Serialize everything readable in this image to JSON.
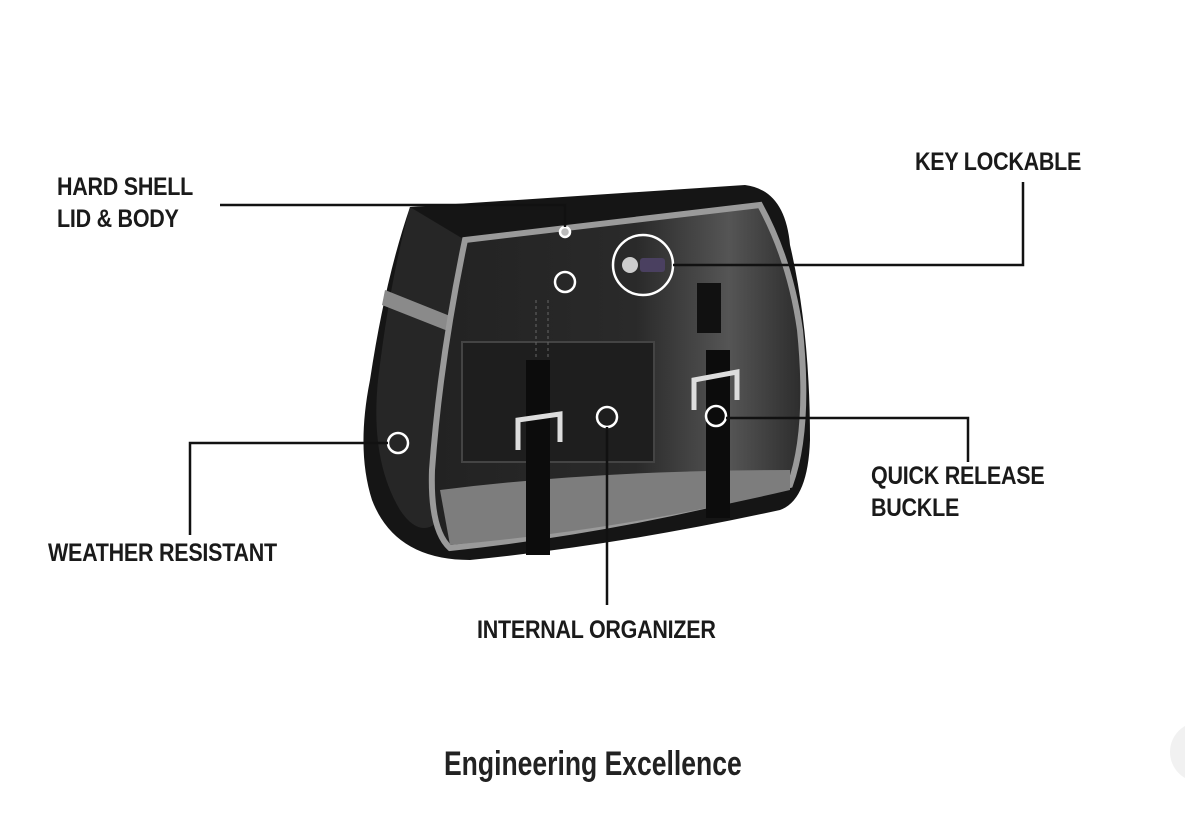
{
  "callouts": {
    "hard_shell": [
      "HARD SHELL",
      "LID & BODY"
    ],
    "key_lockable": "KEY LOCKABLE",
    "weather_resistant": "WEATHER RESISTANT",
    "internal_organizer": "INTERNAL ORGANIZER",
    "quick_release": [
      "QUICK RELEASE",
      "BUCKLE"
    ]
  },
  "heading": "Engineering Excellence"
}
